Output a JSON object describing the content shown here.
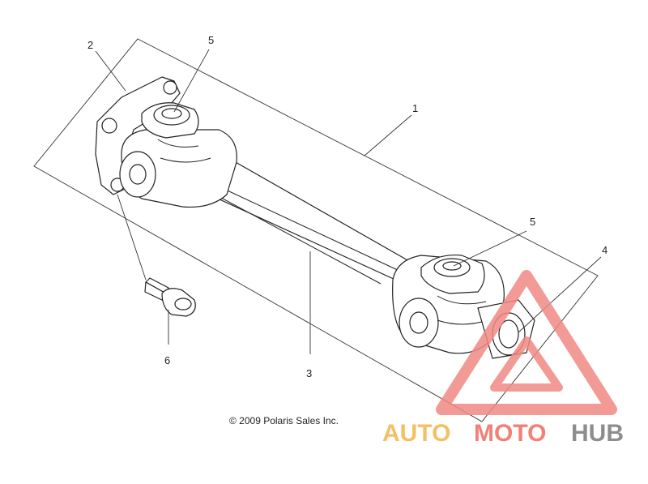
{
  "callouts": [
    {
      "id": "1",
      "label": "1"
    },
    {
      "id": "2",
      "label": "2"
    },
    {
      "id": "3",
      "label": "3"
    },
    {
      "id": "4",
      "label": "4"
    },
    {
      "id": "5a",
      "label": "5"
    },
    {
      "id": "5b",
      "label": "5"
    },
    {
      "id": "6",
      "label": "6"
    }
  ],
  "copyright": "© 2009 Polaris Sales Inc.",
  "watermark": {
    "part1": "AUTO",
    "part2": "MOTO",
    "part3": "HUB",
    "colors": {
      "auto": "#f2b64a",
      "moto": "#f06a5e",
      "hub": "#7a7a7a",
      "triangle": "#f08a84"
    }
  }
}
